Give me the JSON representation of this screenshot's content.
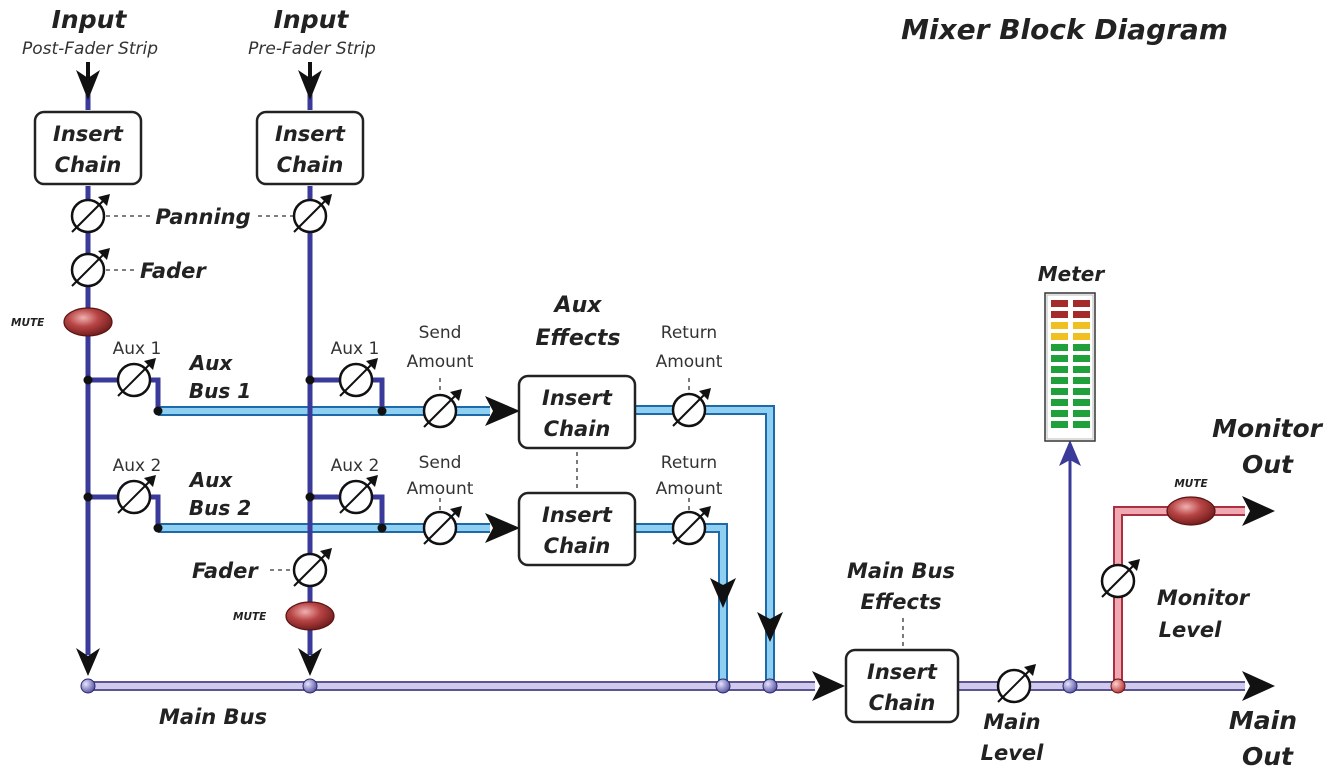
{
  "title": "Mixer Block Diagram",
  "inputs": [
    {
      "label": "Input",
      "sublabel": "Post-Fader Strip"
    },
    {
      "label": "Input",
      "sublabel": "Pre-Fader Strip"
    }
  ],
  "insert_chain": [
    "Insert",
    "Chain"
  ],
  "labels": {
    "panning": "Panning",
    "fader": "Fader",
    "mute": "MUTE",
    "aux1": "Aux 1",
    "aux2": "Aux 2",
    "aux_bus1": [
      "Aux",
      "Bus 1"
    ],
    "aux_bus2": [
      "Aux",
      "Bus 2"
    ],
    "send_amount": [
      "Send",
      "Amount"
    ],
    "return_amount": [
      "Return",
      "Amount"
    ],
    "aux_effects": [
      "Aux",
      "Effects"
    ],
    "main_bus": "Main Bus",
    "main_bus_effects": [
      "Main Bus",
      "Effects"
    ],
    "main_level": [
      "Main",
      "Level"
    ],
    "meter": "Meter",
    "monitor_level": [
      "Monitor",
      "Level"
    ],
    "monitor_out": [
      "Monitor",
      "Out"
    ],
    "main_out": [
      "Main",
      "Out"
    ]
  },
  "colors": {
    "signal": "#3a3a9a",
    "aux_bus": "#7ec8ee",
    "aux_bus_edge": "#1e6aa8",
    "main_bus": "#c9c4e8",
    "main_bus_edge": "#5a5590",
    "monitor_path": "#e89aa5",
    "monitor_path_edge": "#a83040",
    "mute": "#a83a3a",
    "meter_red": "#a52a2a",
    "meter_yellow": "#f0c020",
    "meter_green": "#1fa03a"
  },
  "meter_segments": [
    "red",
    "red",
    "yellow",
    "yellow",
    "green",
    "green",
    "green",
    "green",
    "green",
    "green",
    "green",
    "green"
  ]
}
